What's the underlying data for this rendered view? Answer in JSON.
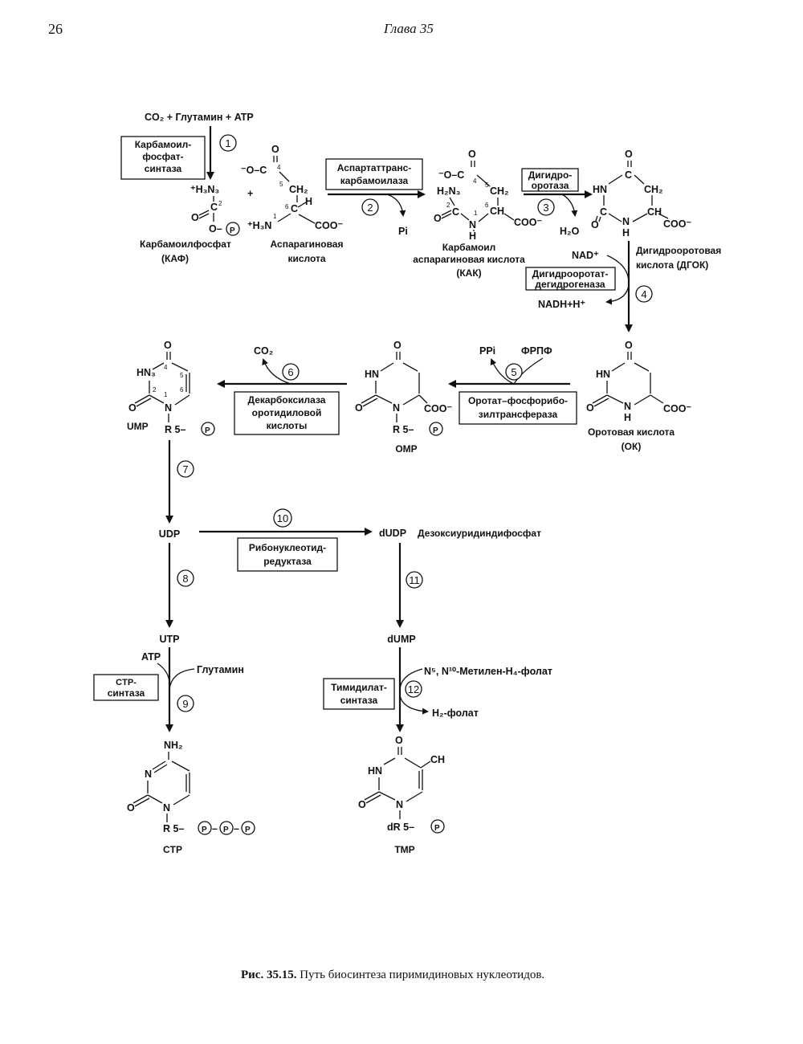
{
  "header": {
    "page_number": "26",
    "chapter": "Глава 35"
  },
  "caption": {
    "label": "Рис. 35.15.",
    "text": "Путь биосинтеза пиримидиновых нуклеотидов."
  },
  "top": {
    "reactants": "CO₂ + Глутамин + ATP"
  },
  "enzymes": {
    "e1": [
      "Карбамоил-",
      "фосфат-",
      "синтаза"
    ],
    "e2": [
      "Аспартаттранс-",
      "карбамоилаза"
    ],
    "e3": [
      "Дигидро-",
      "оротаза"
    ],
    "e4": [
      "Дигидрооротат-",
      "дегидрогеназа"
    ],
    "e5": [
      "Оротат–фосфорибо-",
      "зилтрансфераза"
    ],
    "e6": [
      "Декарбоксилаза",
      "оротидиловой",
      "кислоты"
    ],
    "e10": [
      "Рибонуклеотид-",
      "редуктаза"
    ],
    "e9": [
      "CTP-",
      "синтаза"
    ],
    "e12": [
      "Тимидилат-",
      "синтаза"
    ]
  },
  "steps": [
    "1",
    "2",
    "3",
    "4",
    "5",
    "6",
    "7",
    "8",
    "9",
    "10",
    "11",
    "12"
  ],
  "compounds": {
    "kaf": [
      "Карбамоилфосфат",
      "(КАФ)"
    ],
    "asp": [
      "Аспарагиновая",
      "кислота"
    ],
    "kak": [
      "Карбамоил",
      "аспарагиновая кислота",
      "(КАК)"
    ],
    "dgok": [
      "Дигидрооротовая",
      "кислота (ДГОК)"
    ],
    "ok": [
      "Оротовая кислота",
      "(ОК)"
    ],
    "omp": "OMP",
    "ump": "UMP",
    "udp": "UDP",
    "dudp": "dUDP",
    "dudp_name": "Дезоксиуридиндифосфат",
    "utp": "UTP",
    "dump": "dUMP",
    "ctp": "CTP",
    "tmp": "TMP"
  },
  "side": {
    "pi": "Pi",
    "h2o": "H₂O",
    "nad": "NAD⁺",
    "nadh": "NADH+H⁺",
    "ppi": "PPi",
    "frpf": "ФРПФ",
    "co2": "CO₂",
    "atp": "ATP",
    "glutamine": "Глутамин",
    "methylene": "N⁵, N¹⁰-Метилен-H₄-фолат",
    "h2folate": "H₂-фолат"
  }
}
